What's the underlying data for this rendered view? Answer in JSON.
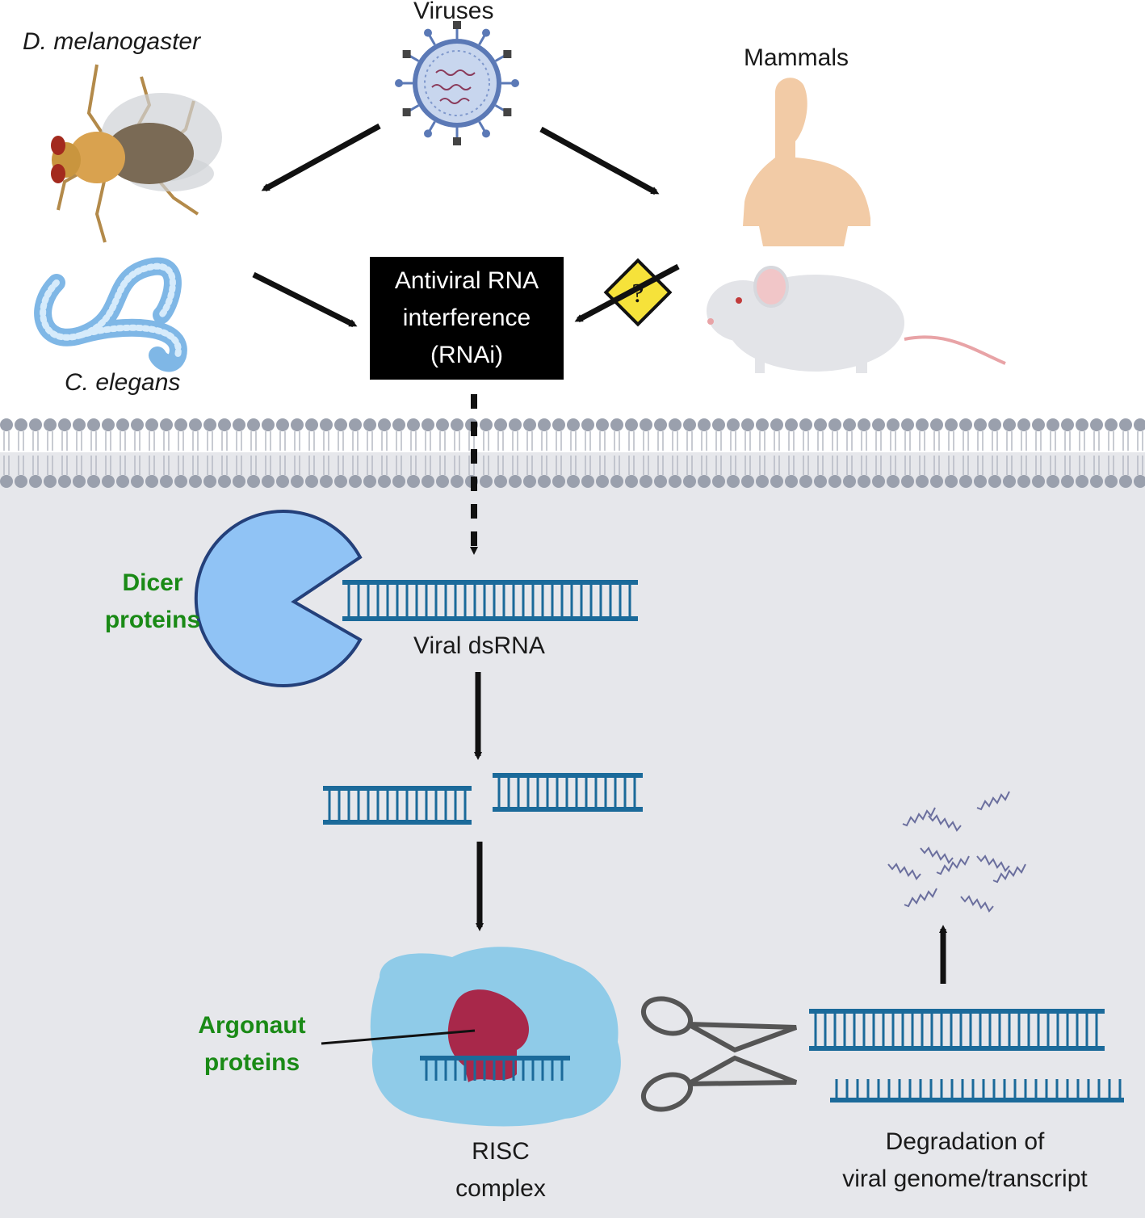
{
  "top": {
    "viruses_label": "Viruses",
    "drosophila_label": "D. melanogaster",
    "celegans_label": "C. elegans",
    "mammals_label": "Mammals",
    "unknown_mark": "?"
  },
  "rnai_box": {
    "line1": "Antiviral RNA",
    "line2": "interference",
    "line3": "(RNAi)"
  },
  "cell": {
    "dicer_line1": "Dicer",
    "dicer_line2": "proteins",
    "dsrna_label": "Viral dsRNA",
    "argonaut_line1": "Argonaut",
    "argonaut_line2": "proteins",
    "risc_line1": "RISC",
    "risc_line2": "complex",
    "degradation_line1": "Degradation of",
    "degradation_line2": "viral genome/transcript"
  },
  "colors": {
    "cytoplasm": "#e6e7eb",
    "membrane_head": "#9aa0ad",
    "dicer_fill": "#90c3f5",
    "rna_strand": "#1b6a9a",
    "risc_cloud": "#8fcbe8",
    "argonaut": "#a8284a",
    "label_green": "#1a8a16"
  }
}
